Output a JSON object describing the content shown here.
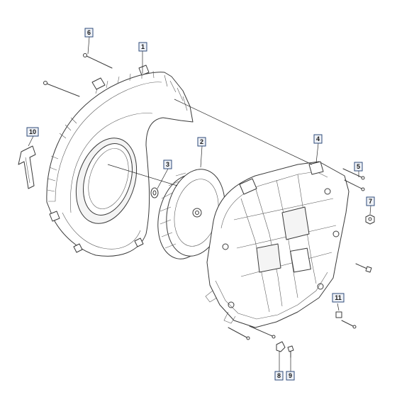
{
  "callouts": {
    "c1": "1",
    "c2": "2",
    "c3": "3",
    "c4": "4",
    "c5": "5",
    "c6": "6",
    "c7": "7",
    "c8": "8",
    "c9": "9",
    "c10": "10",
    "c11": "11"
  },
  "colors": {
    "line": "#3a3a3a",
    "callout_border": "#2d4a7a",
    "callout_fill": "#eef1f6",
    "background": "#ffffff"
  }
}
